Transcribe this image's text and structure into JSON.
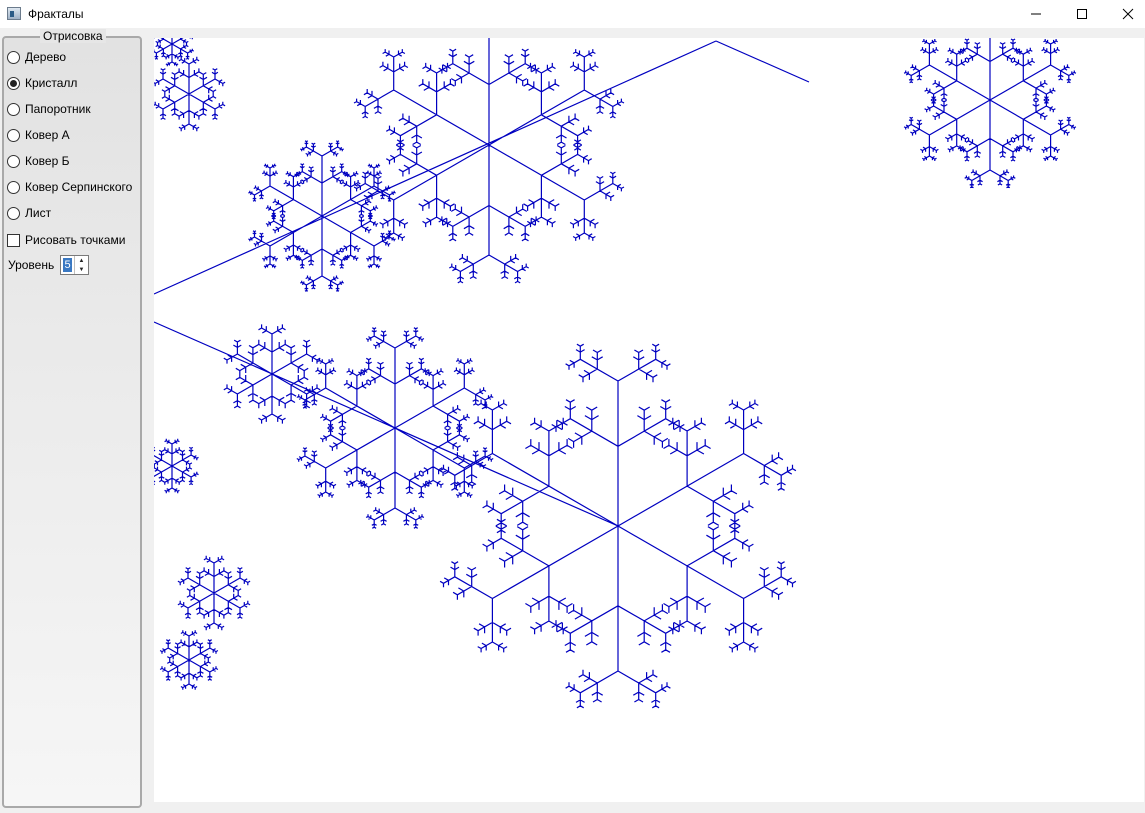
{
  "window": {
    "title": "Фракталы",
    "controls": [
      "minimize",
      "maximize",
      "close"
    ]
  },
  "group": {
    "legend": "Отрисовка",
    "options": [
      {
        "label": "Дерево",
        "selected": false
      },
      {
        "label": "Кристалл",
        "selected": true
      },
      {
        "label": "Папоротник",
        "selected": false
      },
      {
        "label": "Ковер А",
        "selected": false
      },
      {
        "label": "Ковер Б",
        "selected": false
      },
      {
        "label": "Ковер Серпинского",
        "selected": false
      },
      {
        "label": "Лист",
        "selected": false
      }
    ],
    "dots_checkbox": {
      "label": "Рисовать точками",
      "checked": false
    },
    "level": {
      "label": "Уровень",
      "value": "5"
    }
  },
  "canvas": {
    "fractal": "crystal",
    "stroke_color": "#0000c0",
    "background": "#ffffff"
  }
}
